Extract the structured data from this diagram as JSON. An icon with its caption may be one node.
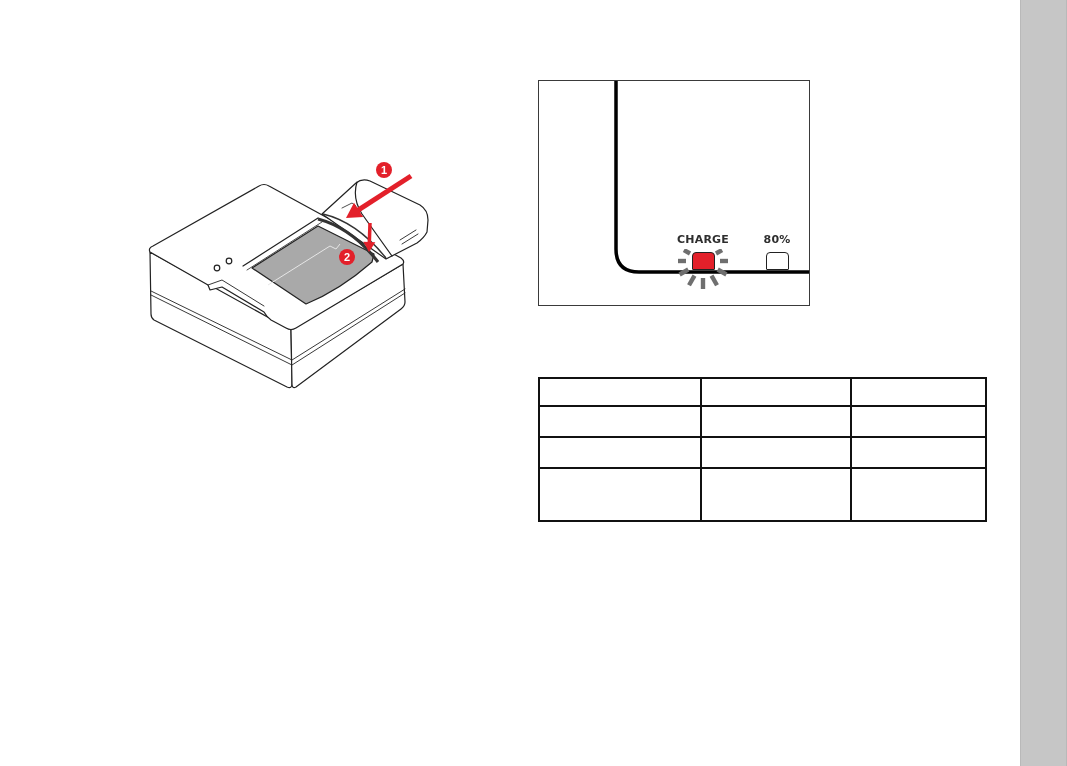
{
  "diagram": {
    "nodes": [
      {
        "text": [
          "CHARGE"
        ]
      },
      {
        "text": [
          "80%"
        ]
      }
    ],
    "labels": [
      "1",
      "2"
    ]
  }
}
